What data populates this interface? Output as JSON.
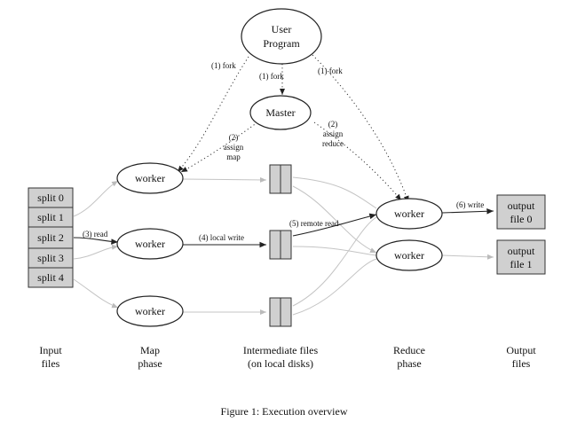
{
  "user_program": {
    "line1": "User",
    "line2": "Program"
  },
  "master": {
    "label": "Master"
  },
  "fork_labels": {
    "left": "(1) fork",
    "center": "(1) fork",
    "right": "(1) fork"
  },
  "assign_map": {
    "line1": "(2)",
    "line2": "assign",
    "line3": "map"
  },
  "assign_reduce": {
    "line1": "(2)",
    "line2": "assign",
    "line3": "reduce"
  },
  "input_splits": [
    "split 0",
    "split 1",
    "split 2",
    "split 3",
    "split 4"
  ],
  "map_workers": [
    "worker",
    "worker",
    "worker"
  ],
  "reduce_workers": [
    "worker",
    "worker"
  ],
  "edge_labels": {
    "read": "(3) read",
    "local_write": "(4) local write",
    "remote_read": "(5) remote read",
    "write": "(6) write"
  },
  "output_files": [
    {
      "line1": "output",
      "line2": "file 0"
    },
    {
      "line1": "output",
      "line2": "file 1"
    }
  ],
  "stages": {
    "input": {
      "line1": "Input",
      "line2": "files"
    },
    "map": {
      "line1": "Map",
      "line2": "phase"
    },
    "intermediate": {
      "line1": "Intermediate files",
      "line2": "(on local disks)"
    },
    "reduce": {
      "line1": "Reduce",
      "line2": "phase"
    },
    "output": {
      "line1": "Output",
      "line2": "files"
    }
  },
  "caption": "Figure 1: Execution overview",
  "colors": {
    "box_fill": "#d0d0d0",
    "line": "#222222",
    "faint": "#bcbcbc"
  }
}
